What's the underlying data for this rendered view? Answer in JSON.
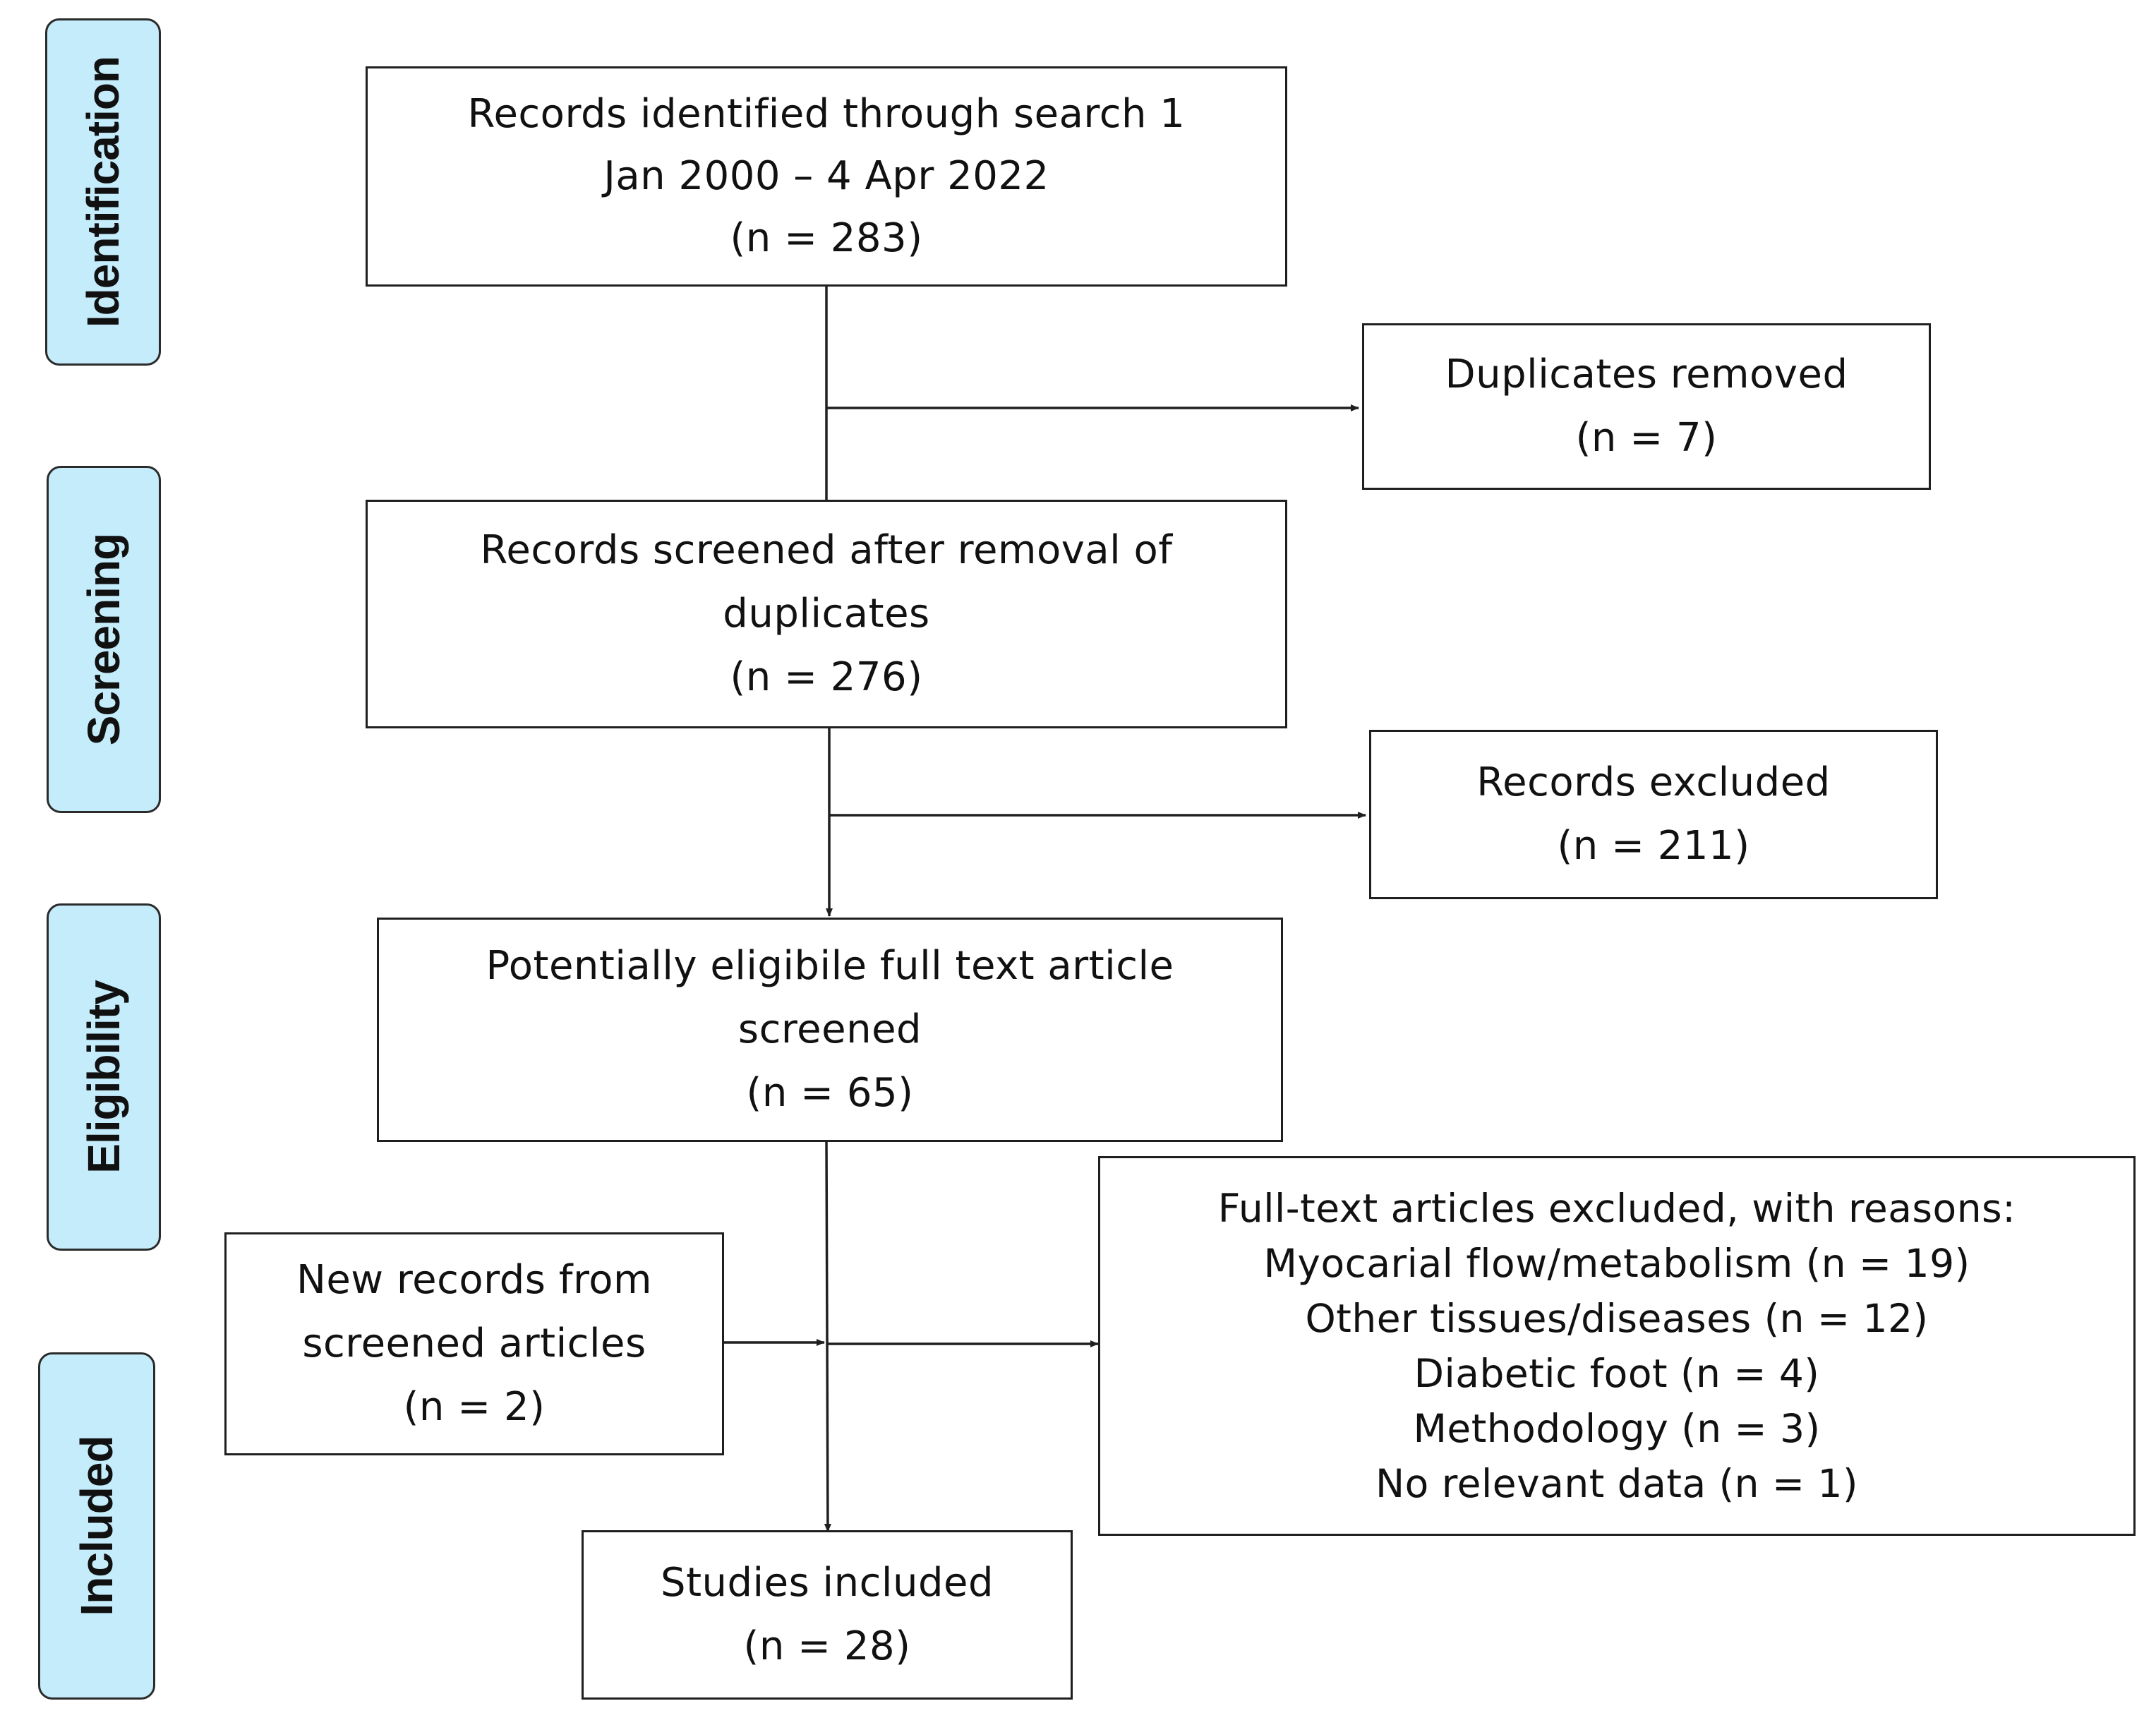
{
  "phases": {
    "identification": "Identification",
    "screening": "Screening",
    "eligibility": "Eligibility",
    "included": "Included"
  },
  "boxes": {
    "identified": {
      "line1": "Records identified through search 1",
      "line2": "Jan 2000 – 4 Apr 2022",
      "count": "(n = 283)"
    },
    "duplicates": {
      "line1": "Duplicates removed",
      "count": "(n = 7)"
    },
    "screened": {
      "line1": "Records screened after removal of",
      "line2": "duplicates",
      "count": "(n = 276)"
    },
    "excluded": {
      "line1": "Records excluded",
      "count": "(n = 211)"
    },
    "eligible": {
      "line1": "Potentially eligibile full text article",
      "line2": "screened",
      "count": "(n = 65)"
    },
    "new_records": {
      "line1": "New records from",
      "line2": "screened articles",
      "count": "(n = 2)"
    },
    "fulltext_excluded": {
      "heading": "Full-text articles excluded, with reasons:",
      "reasons": [
        "Myocarial flow/metabolism (n = 19)",
        "Other tissues/diseases (n = 12)",
        "Diabetic foot (n = 4)",
        "Methodology (n = 3)",
        "No relevant data (n = 1)"
      ]
    },
    "included": {
      "line1": "Studies included",
      "count": "(n = 28)"
    }
  }
}
